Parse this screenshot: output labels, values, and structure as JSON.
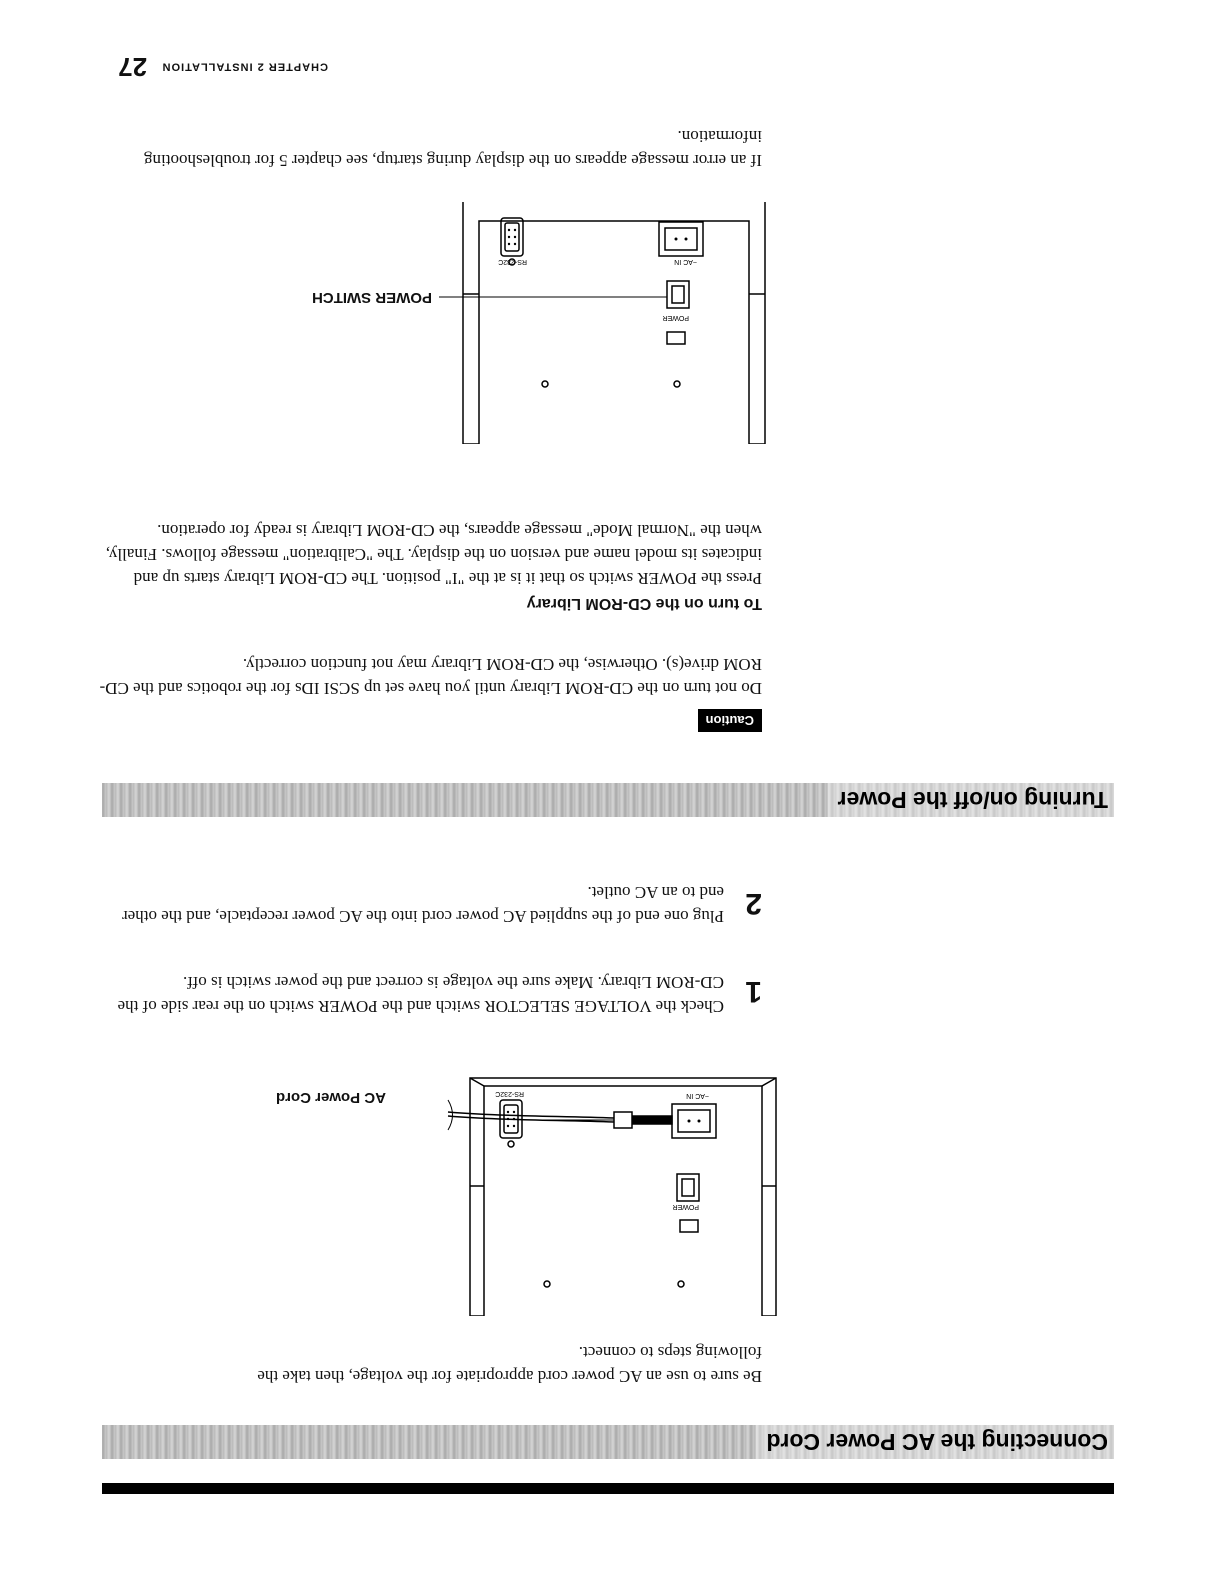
{
  "section1": {
    "title": "Connecting the AC Power Cord",
    "intro": "Be sure to use an AC power cord appropriate for the voltage, then take the following steps to connect.",
    "figure": {
      "callout": "AC Power Cord",
      "panel_labels": {
        "power": "POWER",
        "ac_in": "~AC IN",
        "rs232c": "RS-232C"
      }
    },
    "steps": [
      {
        "num": "1",
        "text": "Check the VOLTAGE SELECTOR switch and the POWER switch on the rear side of the CD-ROM Library. Make sure the voltage is correct and the power switch is off."
      },
      {
        "num": "2",
        "text": "Plug one end of the supplied AC power cord into the AC power receptacle, and the other end to an AC outlet."
      }
    ]
  },
  "section2": {
    "title": "Turning on/off the Power",
    "caution_label": "Caution",
    "caution_text": "Do not turn on the CD-ROM Library until you have set up SCSI IDs for the robotics and the CD-ROM drive(s). Otherwise, the CD-ROM Library may not function correctly.",
    "subhead": "To turn on the CD-ROM Library",
    "body": "Press the POWER switch so that it is at the \"I\" position. The CD-ROM Library starts up and indicates its model name and version on the display. The \"Calibration\" message follows. Finally, when the \"Normal Mode\" message appears, the CD-ROM Library is ready for operation.",
    "figure": {
      "callout": "POWER SWITCH",
      "panel_labels": {
        "power": "POWER",
        "ac_in": "~AC IN",
        "rs232c": "RS-232C"
      }
    },
    "error_note": "If an error message appears on the display during startup, see chapter 5 for troubleshooting information."
  },
  "footer": {
    "chapter": "CHAPTER 2 INSTALLATION",
    "page": "27"
  }
}
